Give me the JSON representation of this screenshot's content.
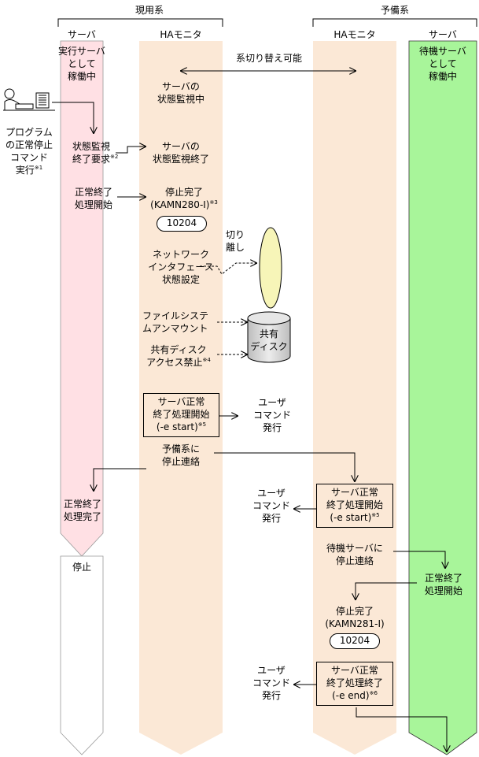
{
  "headers": {
    "active_system": "現用系",
    "standby_system": "予備系",
    "server": "サーバ",
    "ha_monitor": "HAモニタ"
  },
  "lanes": {
    "active_server_status": [
      "実行サーバ",
      "として",
      "稼働中"
    ],
    "standby_server_status": [
      "待機サーバ",
      "として",
      "稼働中"
    ],
    "stopped": "停止"
  },
  "switch_label": "系切り替え可能",
  "operator": {
    "lines": [
      "プログラム",
      "の正常停止",
      "コマンド",
      "実行"
    ],
    "note": "※1"
  },
  "steps": {
    "server_monitoring": [
      "サーバの",
      "状態監視中"
    ],
    "stop_monitor_request": [
      "状態監視",
      "終了要求"
    ],
    "stop_monitor_request_note": "※2",
    "monitoring_ended": [
      "サーバの",
      "状態監視終了"
    ],
    "normal_shutdown_start": [
      "正常終了",
      "処理開始"
    ],
    "stop_complete_1": [
      "停止完了",
      "(KAMN280-I)"
    ],
    "stop_complete_1_note": "※3",
    "msg_code_1": "10204",
    "detach": [
      "切り",
      "離し"
    ],
    "network_if": [
      "ネットワーク",
      "インタフェース",
      "状態設定"
    ],
    "fs_unmount": [
      "ファイルシステ",
      "ムアンマウント"
    ],
    "shared_disk": [
      "共有",
      "ディスク"
    ],
    "disk_access": [
      "共有ディスク",
      "アクセス禁止"
    ],
    "disk_access_note": "※4",
    "user_cmd_box_1": [
      "サーバ正常",
      "終了処理開始",
      "(-e start)"
    ],
    "user_cmd_box_1_note": "※5",
    "user_command_1": [
      "ユーザ",
      "コマンド",
      "発行"
    ],
    "notify_standby": [
      "予備系に",
      "停止連絡"
    ],
    "normal_shutdown_done": [
      "正常終了",
      "処理完了"
    ],
    "user_cmd_box_2": [
      "サーバ正常",
      "終了処理開始",
      "(-e start)"
    ],
    "user_cmd_box_2_note": "※5",
    "user_command_2": [
      "ユーザ",
      "コマンド",
      "発行"
    ],
    "notify_standby_server": [
      "待機サーバに",
      "停止連絡"
    ],
    "standby_shutdown_start": [
      "正常終了",
      "処理開始"
    ],
    "stop_complete_2": [
      "停止完了",
      "(KAMN281-I)"
    ],
    "msg_code_2": "10204",
    "user_command_3": [
      "ユーザ",
      "コマンド",
      "発行"
    ],
    "user_cmd_box_3": [
      "サーバ正常",
      "終了処理終了",
      "(-e end)"
    ],
    "user_cmd_box_3_note": "※6"
  },
  "colors": {
    "active_server_lane": "#ffe0e4",
    "ha_monitor_lane": "#fbe8d6",
    "standby_server_lane": "#a8f59a",
    "stopped_lane": "#ffffff",
    "network_ellipse": "#f7f5b8",
    "disk": "#d8d8d8"
  }
}
